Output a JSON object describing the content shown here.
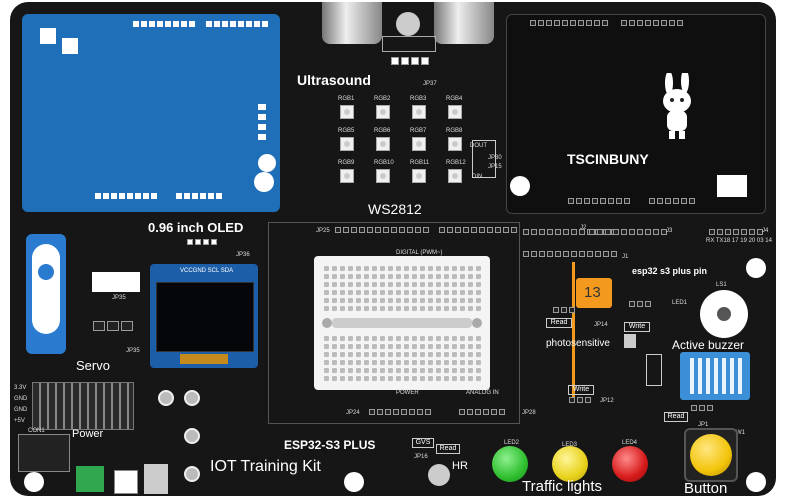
{
  "board": {
    "ultrasound": "Ultrasound",
    "jp37": "JP37",
    "ws2812": "WS2812",
    "ws_leds": [
      "RGB1",
      "RGB2",
      "RGB3",
      "RGB4",
      "RGB5",
      "RGB6",
      "RGB7",
      "RGB8",
      "RGB9",
      "RGB10",
      "RGB11",
      "RGB12"
    ],
    "dout": "DOUT",
    "din": "DIN",
    "jp30": "JP30",
    "jp15": "JP15",
    "tscinbuny": "TSCINBUNY",
    "oled_title": "0.96 inch OLED",
    "oled_pins": "VCCGND SCL SDA",
    "jp36": "JP36",
    "servo": "Servo",
    "jp35": "JP35",
    "power": "Power",
    "con1": "CON1",
    "rail_labels": [
      "3.3V",
      "GND",
      "GND",
      "+5V"
    ],
    "esp_title": "ESP32-S3 PLUS",
    "kit_title": "IOT Training Kit",
    "jp25": "JP25",
    "jp24": "JP24",
    "jp28": "JP28",
    "digital_label": "DIGITAL (PWM~)",
    "power_label": "POWER",
    "analog_label": "ANALOG IN",
    "j1": "J1",
    "j2": "J2",
    "j3": "J3",
    "j4": "J4",
    "pin_title": "esp32 s3 plus pin",
    "marker_value": "13",
    "photosensitive": "photosensitive",
    "read": "Read",
    "write": "Write",
    "active_buzzer": "Active buzzer",
    "ls1": "LS1",
    "traffic": "Traffic lights",
    "hr": "HR",
    "button": "Button",
    "sw1": "SW1",
    "jp1": "JP1",
    "jp12": "JP12",
    "jp14": "JP14",
    "jp16": "JP16",
    "led_labels": [
      "LED2",
      "LED3",
      "LED4"
    ],
    "j4_pins": "RX TX18 17 19 20 03 14"
  },
  "colors": {
    "board": "#161616",
    "arduino_blue": "#1f6fb8",
    "marker": "#f39a1e",
    "servo_blue": "#2a7bd0",
    "green": "#2fbf2f",
    "yellow": "#e8d21a",
    "red": "#d61a1a",
    "button_yellow": "#f2c40a",
    "dht_blue": "#3a8fd6"
  }
}
